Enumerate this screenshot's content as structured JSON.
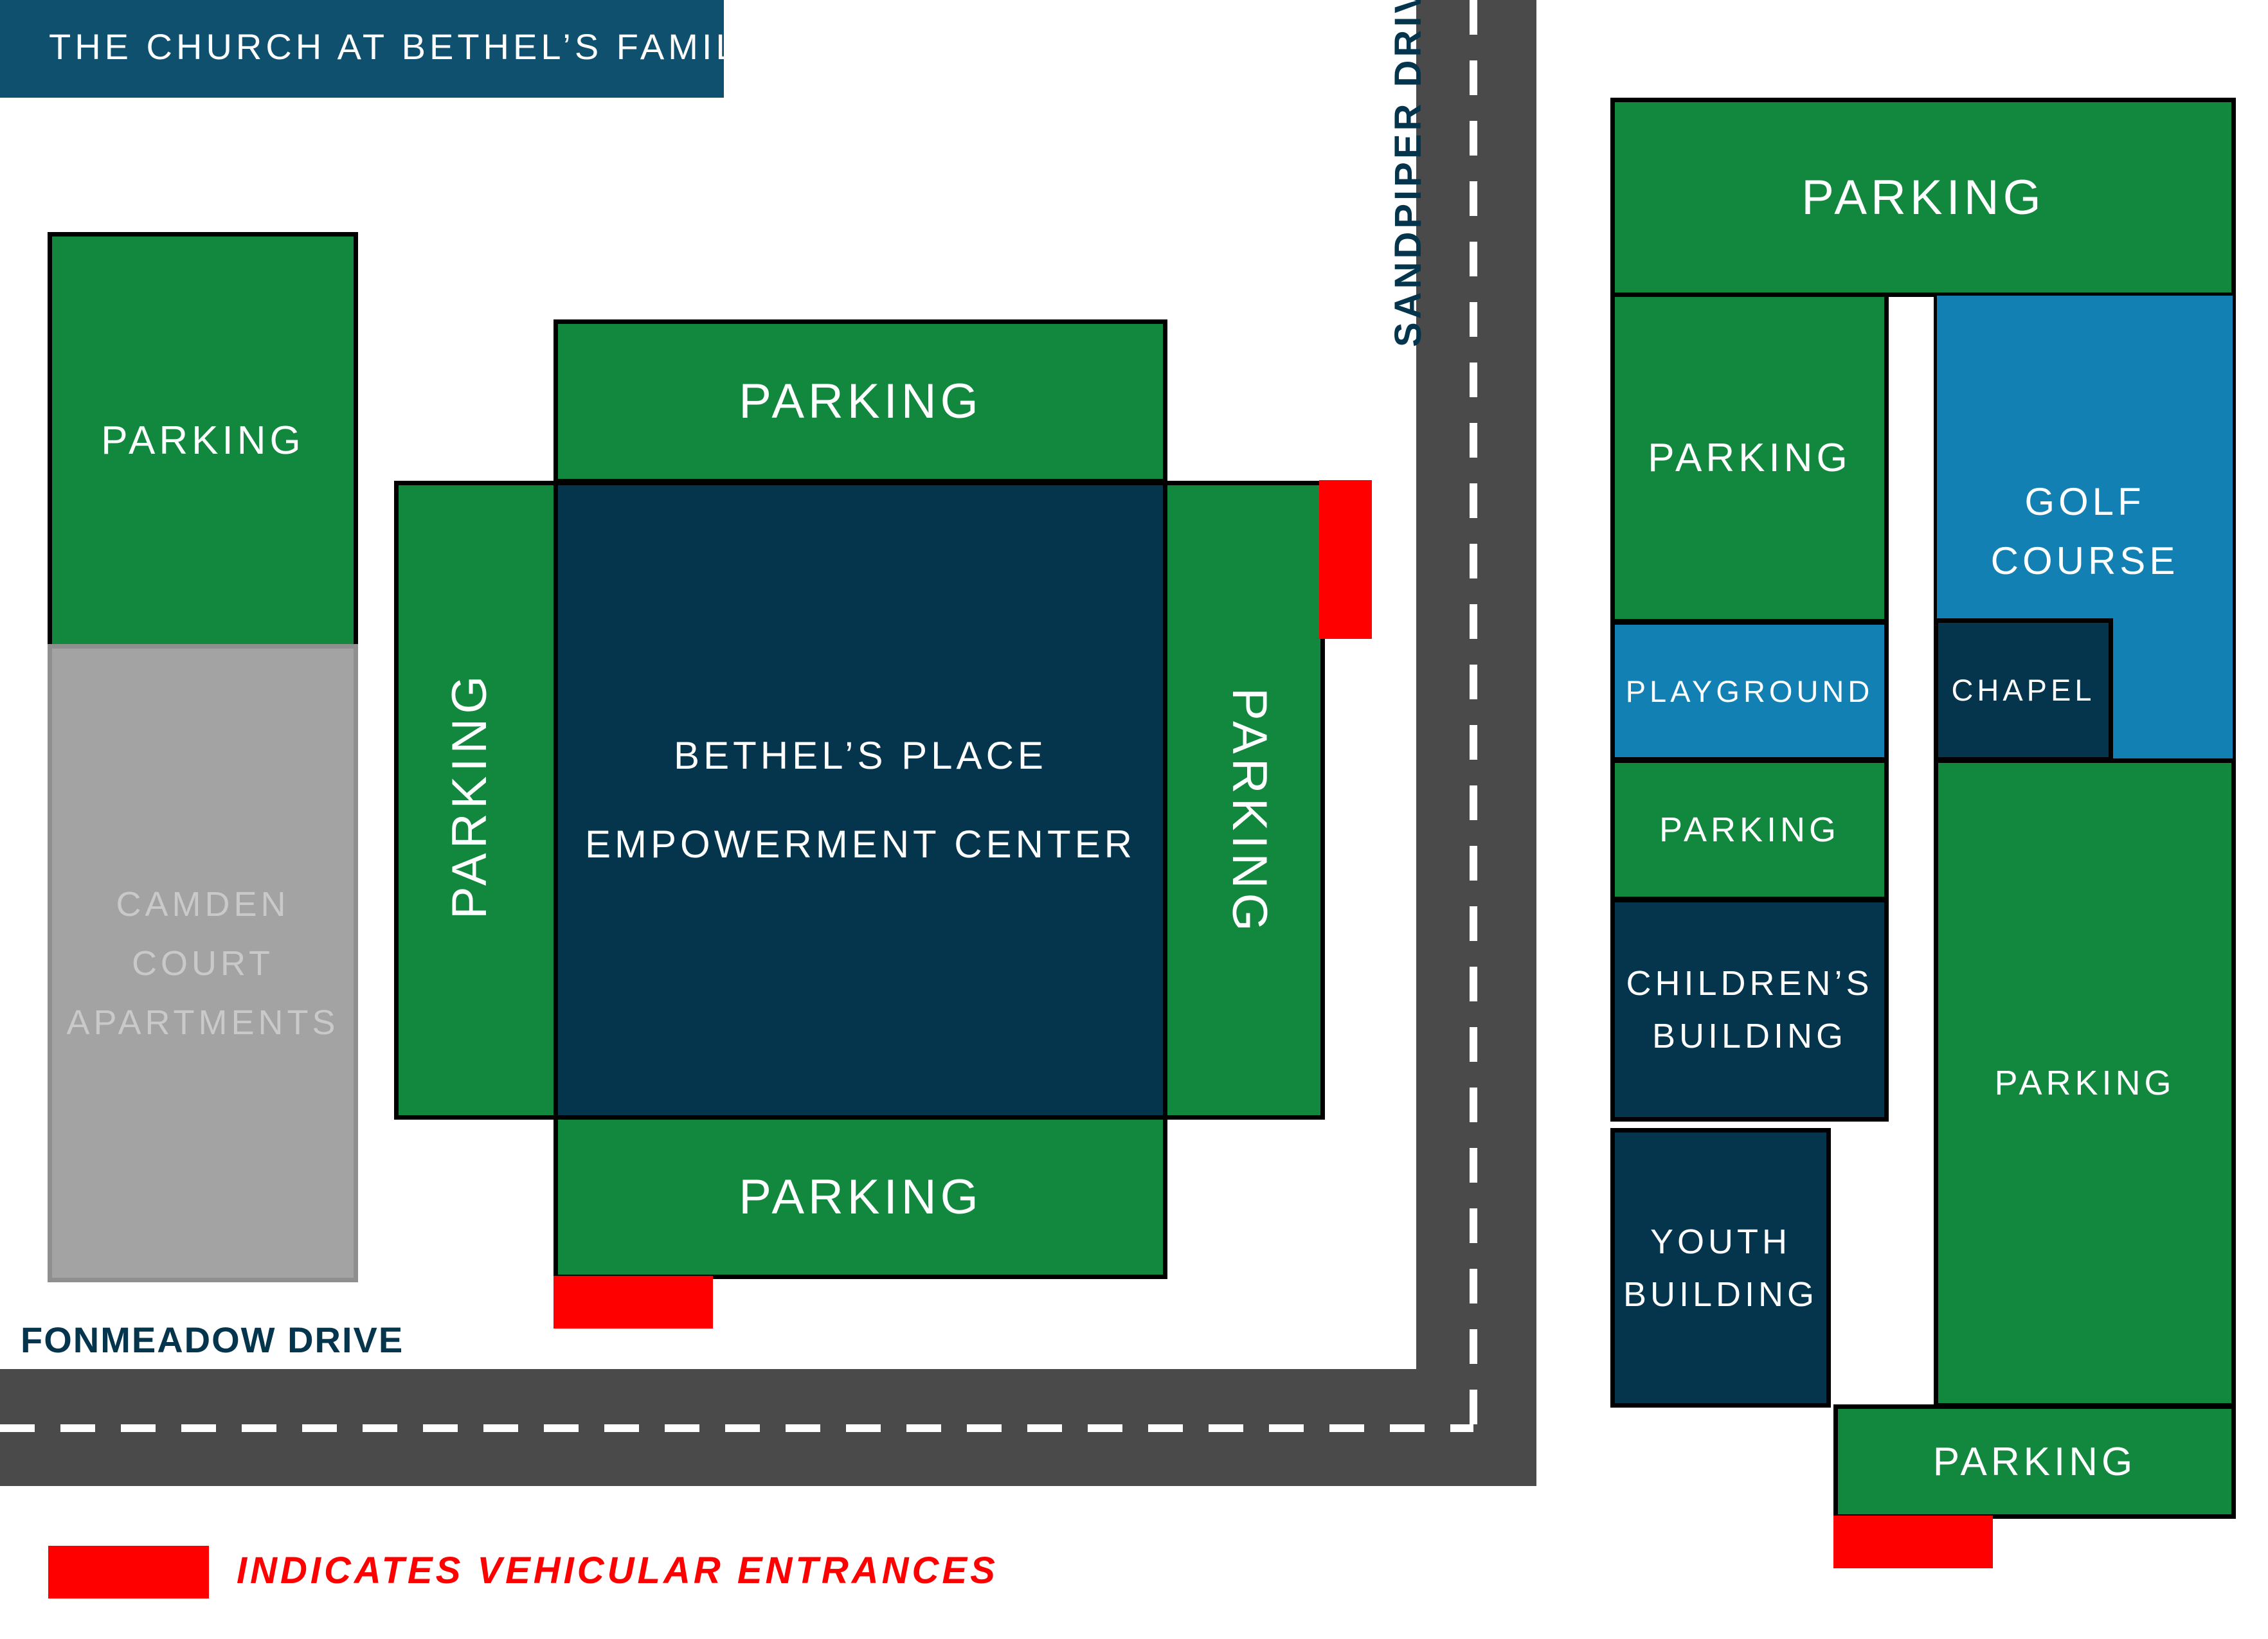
{
  "title": "THE CHURCH AT BETHEL’S FAMILY",
  "roads": {
    "sandpiper": "SANDPIPER DRIVE",
    "fonmeadow": "FONMEADOW DRIVE"
  },
  "legend": {
    "text": "INDICATES VEHICULAR ENTRANCES",
    "color": "#ff0000"
  },
  "areas": {
    "parking_label": "PARKING",
    "camden": [
      "CAMDEN",
      "COURT",
      "APARTMENTS"
    ],
    "bethels_place": [
      "BETHEL’S PLACE",
      "EMPOWERMENT CENTER"
    ],
    "golf_course": [
      "GOLF",
      "COURSE"
    ],
    "playground": "PLAYGROUND",
    "chapel": "CHAPEL",
    "childrens_building": [
      "CHILDREN’S",
      "BUILDING"
    ],
    "youth_building": [
      "YOUTH",
      "BUILDING"
    ]
  },
  "colors": {
    "parking": "#12883f",
    "building": "#04354d",
    "recreation": "#1280b2",
    "apartments": "#a3a3a3",
    "road": "#4a4a4a",
    "title_bar": "#10506f",
    "road_label": "#04354d"
  }
}
